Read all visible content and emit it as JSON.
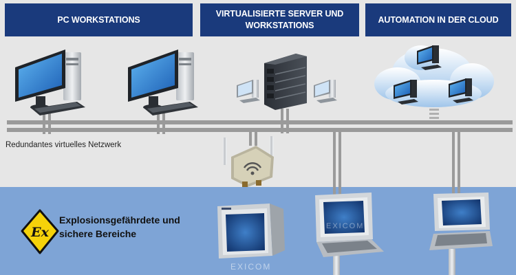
{
  "headers": [
    {
      "label": "PC WORKSTATIONS"
    },
    {
      "label": "VIRTUALISIERTE SERVER UND WORKSTATIONS"
    },
    {
      "label": "AUTOMATION IN DER CLOUD"
    }
  ],
  "network": {
    "label": "Redundantes virtuelles Netzwerk"
  },
  "hazard_zone": {
    "label": "Explosionsgefährdete und sichere Bereiche",
    "symbol_text": "Ex"
  },
  "watermarks": [
    "EXICOM",
    "EXICOM"
  ],
  "colors": {
    "header_bg": "#1a3a7c",
    "zone_bg": "#7ea4d6",
    "network_line": "#9a9a9a",
    "hazard_yellow": "#f5d20a",
    "screen_blue": "#2f7fd6"
  },
  "icons": [
    "pc-workstation-icon",
    "server-rack-icon",
    "cloud-icon",
    "wireless-access-point-icon",
    "panel-pc-icon",
    "hazard-ex-icon"
  ]
}
